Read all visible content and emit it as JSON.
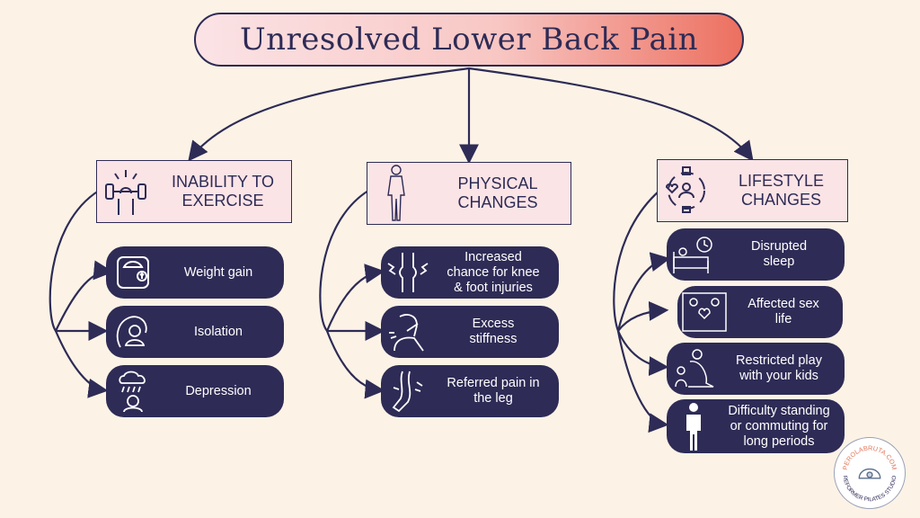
{
  "title": "Unresolved Lower Back Pain",
  "colors": {
    "navy": "#2e2b56",
    "pink": "#fbe4e6",
    "coral": "#ec7060",
    "background": "#fcf3e6"
  },
  "categories": [
    {
      "label": "INABILITY TO\nEXERCISE",
      "icon": "dumbbell-flex-icon",
      "items": [
        {
          "label": "Weight gain",
          "icon": "scale-icon"
        },
        {
          "label": "Isolation",
          "icon": "sad-person-icon"
        },
        {
          "label": "Depression",
          "icon": "rain-cloud-icon"
        }
      ]
    },
    {
      "label": "PHYSICAL\nCHANGES",
      "icon": "body-outline-icon",
      "items": [
        {
          "label": "Increased\nchance for knee\n& foot injuries",
          "icon": "knee-joint-icon"
        },
        {
          "label": "Excess\nstiffness",
          "icon": "neck-pain-icon"
        },
        {
          "label": "Referred pain in\nthe leg",
          "icon": "leg-pain-icon"
        }
      ]
    },
    {
      "label": "LIFESTYLE\nCHANGES",
      "icon": "lifestyle-circle-icon",
      "items": [
        {
          "label": "Disrupted\nsleep",
          "icon": "bed-clock-icon"
        },
        {
          "label": "Affected sex\nlife",
          "icon": "bed-heart-icon"
        },
        {
          "label": "Restricted play\nwith your kids",
          "icon": "parent-child-icon"
        },
        {
          "label": "Difficulty standing\nor commuting for\nlong periods",
          "icon": "standing-person-icon"
        }
      ]
    }
  ],
  "logo": {
    "top_text": "PEROLABRUTA.COM",
    "bottom_text": "REFORMER PILATES STUDIO",
    "icon": "oyster-pearl-icon"
  }
}
